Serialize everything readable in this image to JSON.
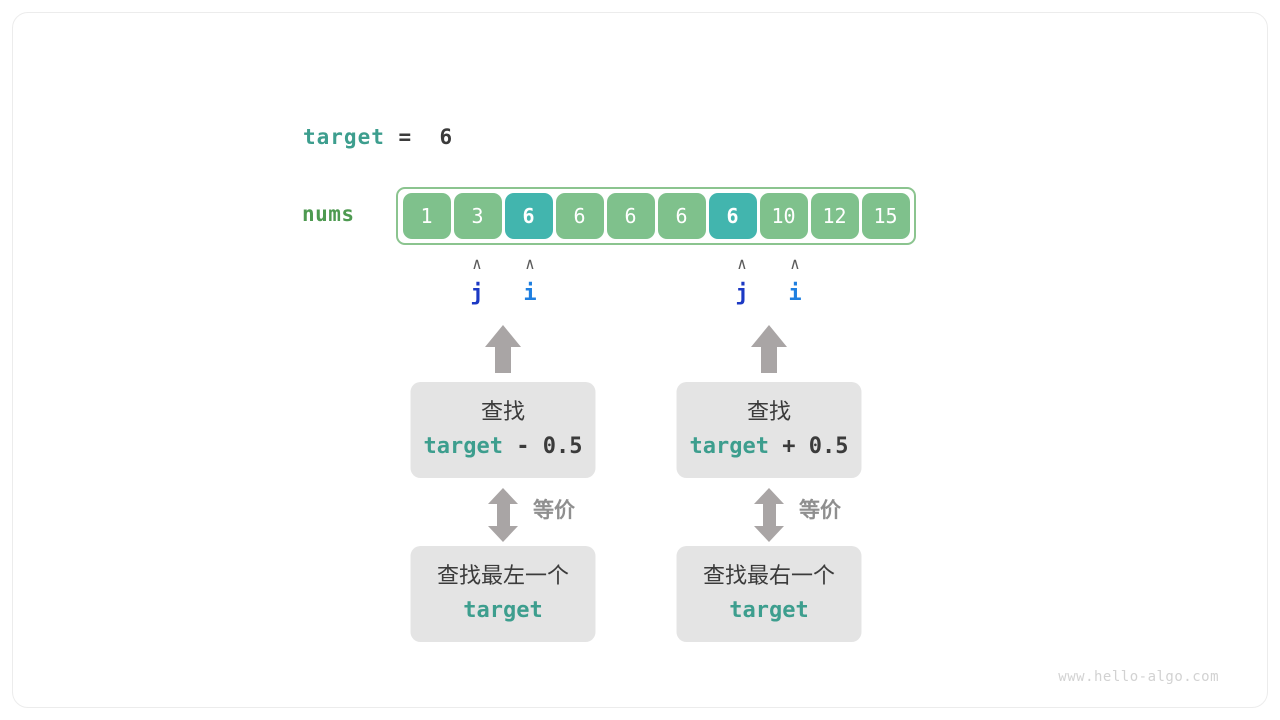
{
  "figure": {
    "watermark": "www.hello-algo.com",
    "colors": {
      "cell_normal": "#7fc18c",
      "cell_highlight": "#42b5ae",
      "array_border": "#8bc48f",
      "var_teal": "#3d9e8e",
      "nums_green": "#4e9a51",
      "pointer_j": "#1c39c4",
      "pointer_i": "#1f7fe0",
      "arrow_gray": "#a9a5a5",
      "box_bg": "#e4e4e4"
    }
  },
  "target_line": {
    "var_name": "target",
    "operator": "=",
    "value": "6"
  },
  "array": {
    "label": "nums",
    "values": [
      "1",
      "3",
      "6",
      "6",
      "6",
      "6",
      "6",
      "10",
      "12",
      "15"
    ],
    "highlighted_indices": [
      2,
      6
    ]
  },
  "pointers": [
    {
      "caret": "∧",
      "label": "j",
      "index": 1,
      "group": "left"
    },
    {
      "caret": "∧",
      "label": "i",
      "index": 2,
      "group": "left"
    },
    {
      "caret": "∧",
      "label": "j",
      "index": 6,
      "group": "right"
    },
    {
      "caret": "∧",
      "label": "i",
      "index": 7,
      "group": "right"
    }
  ],
  "groups": {
    "left": {
      "search_box": {
        "title": "查找",
        "code_var": "target",
        "code_op": " - ",
        "code_val": "0.5"
      },
      "equiv_label": "等价",
      "result_box": {
        "title": "查找最左一个",
        "code_var": "target"
      }
    },
    "right": {
      "search_box": {
        "title": "查找",
        "code_var": "target",
        "code_op": " + ",
        "code_val": "0.5"
      },
      "equiv_label": "等价",
      "result_box": {
        "title": "查找最右一个",
        "code_var": "target"
      }
    }
  }
}
